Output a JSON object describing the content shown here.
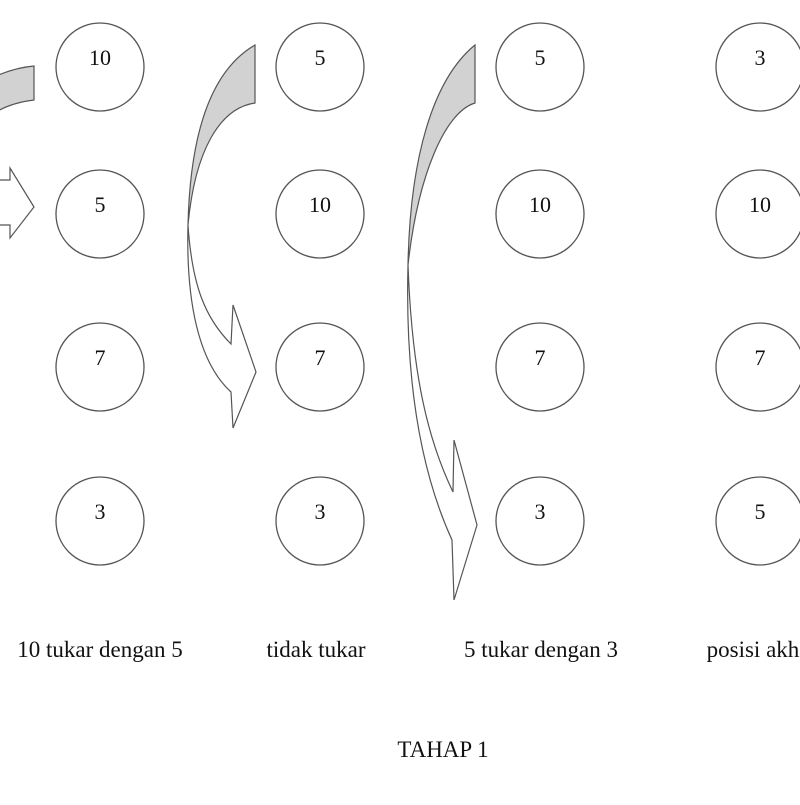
{
  "diagram": {
    "title": "TAHAP 1",
    "columns": [
      {
        "caption": "10 tukar dengan 5",
        "values": [
          "10",
          "5",
          "7",
          "3"
        ]
      },
      {
        "caption": "tidak tukar",
        "values": [
          "5",
          "10",
          "7",
          "3"
        ]
      },
      {
        "caption": "5 tukar dengan 3",
        "values": [
          "5",
          "10",
          "7",
          "3"
        ]
      },
      {
        "caption": "posisi akhir",
        "values": [
          "3",
          "10",
          "7",
          "5"
        ]
      }
    ],
    "colors": {
      "outline": "#555555",
      "arrow_tail_fill": "#d2d2d2",
      "arrow_head_fill": "#ffffff",
      "text": "#111111"
    }
  }
}
